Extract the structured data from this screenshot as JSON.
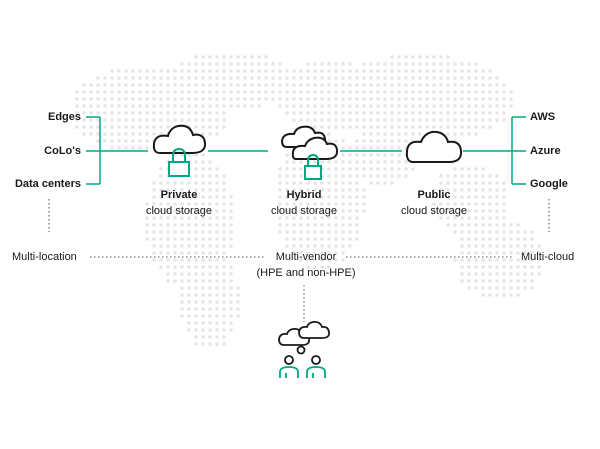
{
  "colors": {
    "accent": "#01a982",
    "ink": "#1a1a1a",
    "map_dots": "#e6e6e6"
  },
  "left_items": [
    "Edges",
    "CoLo's",
    "Data centers"
  ],
  "right_items": [
    "AWS",
    "Azure",
    "Google"
  ],
  "clouds": [
    {
      "icon": "locked-cloud-icon",
      "title": "Private",
      "subtitle": "cloud storage"
    },
    {
      "icon": "hybrid-clouds-locked-icon",
      "title": "Hybrid",
      "subtitle": "cloud storage"
    },
    {
      "icon": "cloud-icon",
      "title": "Public",
      "subtitle": "cloud storage"
    }
  ],
  "multi": {
    "location": "Multi-location",
    "vendor": "Multi-vendor",
    "vendor_note": "(HPE and non-HPE)",
    "cloud": "Multi-cloud"
  },
  "bottom_icon": "people-collaboration-icon"
}
